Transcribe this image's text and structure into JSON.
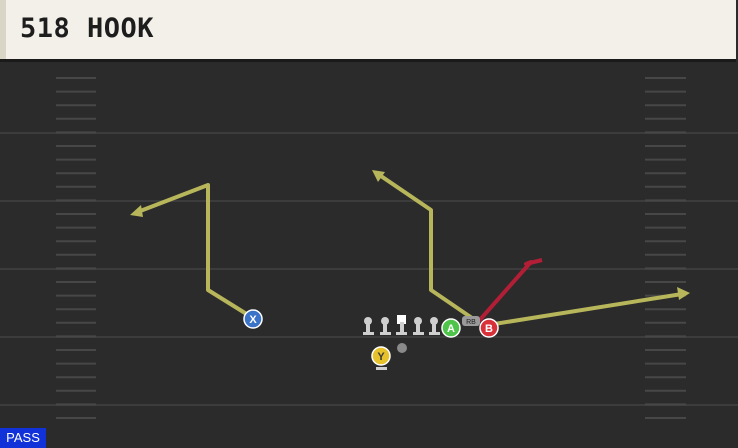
{
  "play": {
    "name": "518 HOOK",
    "type": "PASS"
  },
  "colors": {
    "field": "#2b2b2b",
    "yard_line": "#3c3c3c",
    "hash": "#474747",
    "route_primary": "#b7b65a",
    "route_hot": "#b21e36",
    "x_button": "#3a73c8",
    "a_button": "#4fc44a",
    "b_button": "#d8313a",
    "y_button": "#e7c22b",
    "badge": "#1032d8"
  },
  "receivers": [
    {
      "button": "X",
      "icon": "x-button-icon"
    },
    {
      "button": "A",
      "icon": "a-button-icon"
    },
    {
      "button": "B",
      "icon": "b-button-icon"
    },
    {
      "button": "Y",
      "icon": "y-button-icon"
    }
  ],
  "qb_label": "RB"
}
